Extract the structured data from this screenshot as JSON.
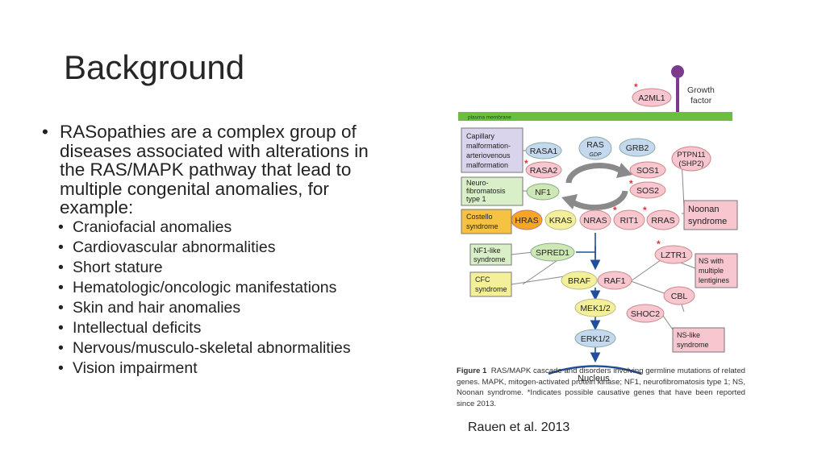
{
  "slide": {
    "title": "Background",
    "main_bullet": "RASopathies are a complex group of diseases associated with alterations in the RAS/MAPK pathway that lead to multiple congenital anomalies, for example:",
    "sub_bullets": [
      "Craniofacial anomalies",
      "Cardiovascular abnormalities",
      "Short stature",
      "Hematologic/oncologic manifestations",
      "Skin and hair anomalies",
      "Intellectual deficits",
      "Nervous/musculo-skeletal abnormalities",
      "Vision impairment"
    ],
    "credit": "Rauen et al. 2013"
  },
  "figure": {
    "labels": {
      "growth_factor_1": "Growth",
      "growth_factor_2": "factor",
      "plasma_membrane": "plasma membrane",
      "nucleus": "Nucleus",
      "star": "*"
    },
    "nodes": {
      "a2ml1": "A2ML1",
      "rasa1": "RASA1",
      "rasa2": "RASA2",
      "ras": "RAS",
      "gdp": "GDP",
      "grb2": "GRB2",
      "ptpn11_1": "PTPN11",
      "ptpn11_2": "(SHP2)",
      "sos1": "SOS1",
      "sos2": "SOS2",
      "nf1": "NF1",
      "hras": "HRAS",
      "kras": "KRAS",
      "nras": "NRAS",
      "rit1": "RIT1",
      "rras": "RRAS",
      "spred1": "SPRED1",
      "lztr1": "LZTR1",
      "braf": "BRAF",
      "raf1": "RAF1",
      "cbl": "CBL",
      "mek12": "MEK1/2",
      "shoc2": "SHOC2",
      "erk12": "ERK1/2"
    },
    "disorders": {
      "capillary": [
        "Capillary",
        "malformation-",
        "arteriovenous",
        "malformation"
      ],
      "neurofibromatosis": [
        "Neuro-",
        "fibromatosis",
        "type 1"
      ],
      "costello": [
        "Costello",
        "syndrome"
      ],
      "nf1_like": [
        "NF1-like",
        "syndrome"
      ],
      "cfc": [
        "CFC",
        "syndrome"
      ],
      "noonan": [
        "Noonan",
        "syndrome"
      ],
      "ns_lentigines": [
        "NS with",
        "multiple",
        "lentigines"
      ],
      "ns_like": [
        "NS-like",
        "syndrome"
      ]
    },
    "caption": {
      "figure_label": "Figure 1",
      "text": "RAS/MAPK cascade and disorders involving germline mutations of related genes. MAPK, mitogen-activated protein kinase; NF1, neurofibromatosis type 1; NS, Noonan syndrome. *Indicates possible causative genes that have been reported since 2013."
    },
    "colors": {
      "pink_node": "#f7c6cf",
      "blue_node": "#c5d9ee",
      "green_node": "#cde8b5",
      "yellow_node": "#f4f09a",
      "orange_node": "#f5a623",
      "membrane": "#6abf3f",
      "receptor": "#7b3a8c",
      "star": "#e0303c"
    }
  }
}
